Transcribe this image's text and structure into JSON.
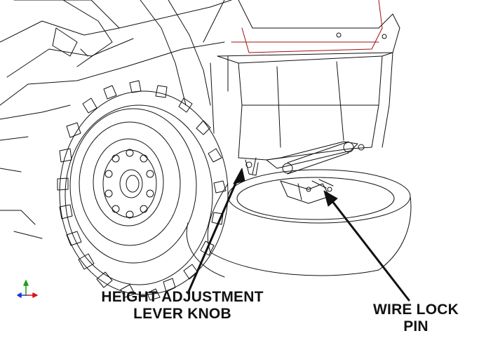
{
  "callouts": {
    "height_adjustment": {
      "line1": "HEIGHT ADJUSTMENT",
      "line2": "LEVER KNOB"
    },
    "wire_lock": {
      "line1": "WIRE LOCK",
      "line2": "PIN"
    }
  },
  "colors": {
    "ink": "#111111",
    "accent_edge": "#a01010",
    "axis_x": "#d01818",
    "axis_y": "#18a018",
    "axis_z": "#1838d0"
  },
  "icons": [
    "triad-axis-icon"
  ]
}
